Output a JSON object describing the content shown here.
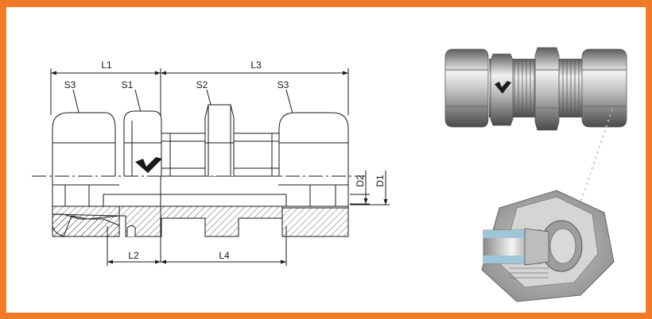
{
  "colors": {
    "frame": "#f07a25",
    "line": "#1a1a1a",
    "hatch": "#333333",
    "metal_light": "#e6e6e6",
    "metal_dark": "#7d7d7d",
    "seal": "#9fc6d8"
  },
  "dimensions": {
    "L1": "L1",
    "L2": "L2",
    "L3": "L3",
    "L4": "L4",
    "S1": "S1",
    "S2": "S2",
    "S3_left": "S3",
    "S3_right": "S3",
    "D1": "D1",
    "D2": "D2"
  },
  "icons": {
    "logo": "v-check-logo-icon"
  }
}
